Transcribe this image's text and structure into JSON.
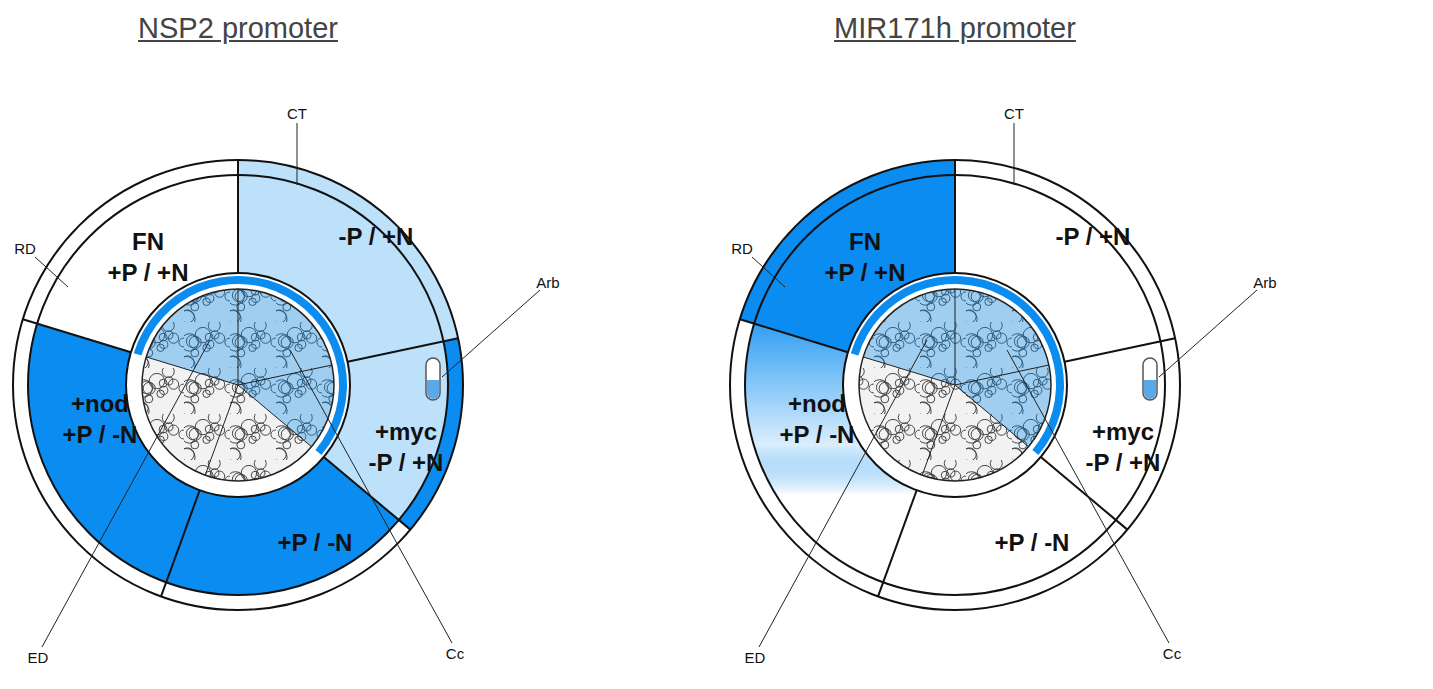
{
  "diagram": {
    "nodes": [
      {
        "text": [
          "FN",
          "+P / +N"
        ]
      },
      {
        "text": [
          "-P / +N"
        ]
      },
      {
        "text": [
          "+myc",
          "-P / +N"
        ]
      },
      {
        "text": [
          "+P / -N"
        ]
      },
      {
        "text": [
          "+nod",
          "+P / -N"
        ]
      },
      {
        "text": [
          "FN",
          "+P / +N"
        ]
      },
      {
        "text": [
          "-P / +N"
        ]
      },
      {
        "text": [
          "+myc",
          "-P / +N"
        ]
      },
      {
        "text": [
          "+P / -N"
        ]
      },
      {
        "text": [
          "+nod",
          "+P / -N"
        ]
      }
    ],
    "labels": [
      "NSP2 promoter",
      "CT",
      "RD",
      "Arb",
      "ED",
      "Cc",
      "MIR171h promoter",
      "CT",
      "RD",
      "Arb",
      "ED",
      "Cc"
    ]
  }
}
